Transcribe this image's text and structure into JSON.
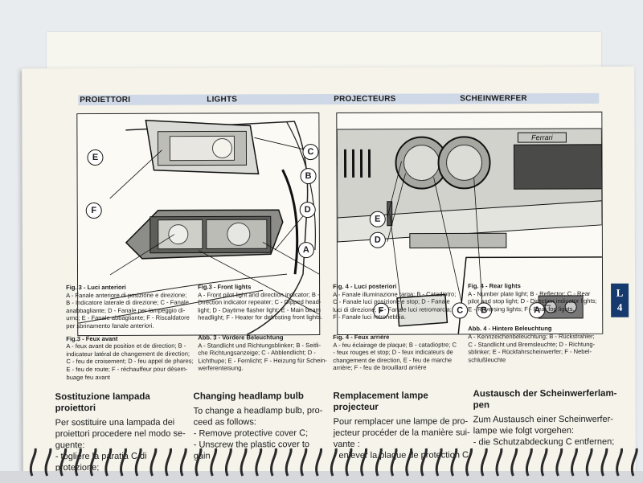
{
  "headers": [
    "PROIETTORI",
    "LIGHTS",
    "PROJECTEURS",
    "SCHEINWERFER"
  ],
  "figure_left": {
    "callouts": [
      "C",
      "E",
      "B",
      "F",
      "D",
      "A"
    ]
  },
  "figure_right": {
    "callouts": [
      "E",
      "D",
      "F",
      "C",
      "B",
      "A"
    ],
    "badge_text": "Ferrari"
  },
  "side_tab": {
    "letter": "L",
    "number": "4"
  },
  "captions": {
    "col1": {
      "t1": "Fig. 3 - Luci anteriori",
      "b1": [
        "A - Fanale anteriore di posizione e direzione;",
        "B - Indicatore laterale di direzione; C - Fanale",
        "anabbagliante; D - Fanale per lampeggio di-",
        "urno; E - Fanale abbagliante; F - Riscaldatore",
        "per sbrinamento fanale anteriori."
      ],
      "t2": "Fig.3 - Feux avant",
      "b2": [
        "A - feux avant de position et de direction; B -",
        "indicateur latéral de changement de direction;",
        "C - feu de croisement; D - feu appel de phares;",
        "E - feu de route; F - réchauffeur pour désem-",
        "buage feu avant"
      ]
    },
    "col2": {
      "t1": "Fig.3 - Front lights",
      "b1": [
        "A - Front pilot light and direction indicator; B -",
        "Direction indicator repeater; C - Dipped head-",
        "light; D - Daytime flasher light; E - Main beam",
        "headlight; F - Heater for defrosting front lights."
      ],
      "t2": "Abb. 3 - Vordere Beleuchtung",
      "b2": [
        "A - Standlicht und Richtungsblinker; B - Seitli-",
        "che Richtungsanzeige; C - Abblendlicht; D -",
        "Lichthupe; E - Fernlicht; F - Heizung für Schein-",
        "werferenteisung."
      ]
    },
    "col3": {
      "t1": "Fig. 4 - Luci posteriori",
      "b1": [
        "A - Fanale illuminazione targa; B - Catadiotro;",
        "C - Fanale luci posizione e stop; D - Fanale",
        "luci di direzione; E - Fanale luci retromarcia;",
        "F - Fanale luci retronebbia."
      ],
      "t2": "Fig. 4 - Feux arrière",
      "b2": [
        "A - feu éclairage de plaque; B - catadioptre; C",
        "- feux rouges et stop; D - feux indicateurs de",
        "changement de direction, E - feu de marche",
        "arrière; F - feu de brouillard arrière"
      ]
    },
    "col4": {
      "t1": "Fig. 4 - Rear lights",
      "b1": [
        "A - Number plate light; B - Reflector; C - Rear",
        "pilot and stop light; D - Direction indicator lights;",
        "E - Reversing lights; F - Rear fog lights."
      ],
      "t2": "Abb. 4 - Hintere Beleuchtung",
      "b2": [
        "A - Kennzeichenbeleuchtung; B - Rückstrahler;",
        "C - Standlicht und Bremsleuchte; D - Richtung-",
        "sblinker; E - Rückfahrscheinwerfer; F - Nebel-",
        "schlußleuchte"
      ]
    }
  },
  "sections": [
    {
      "title": "Sostituzione lampada proiettori",
      "lines": [
        "Per sostituire una lampada dei",
        "proiettori procedere nel modo se-",
        "guente:",
        "- togliere la paratia C di protezione;"
      ]
    },
    {
      "title": "Changing headlamp bulb",
      "lines": [
        "To change a headlamp bulb, pro-",
        "ceed as follows:",
        "- Remove protective cover C;",
        "- Unscrew the plastic cover to gain"
      ]
    },
    {
      "title": "Remplacement lampe projecteur",
      "lines": [
        "Pour remplacer une lampe de pro-",
        "jecteur procéder de la manière sui-",
        "vante :",
        "- enlever la plaque de protection C"
      ]
    },
    {
      "title": "Austausch der Scheinwerferlam-",
      "title2": "pen",
      "lines": [
        "Zum Austausch einer Scheinwerfer-",
        "lampe wie folgt vorgehen:",
        "- die Schutzabdeckung C entfernen;"
      ]
    }
  ]
}
